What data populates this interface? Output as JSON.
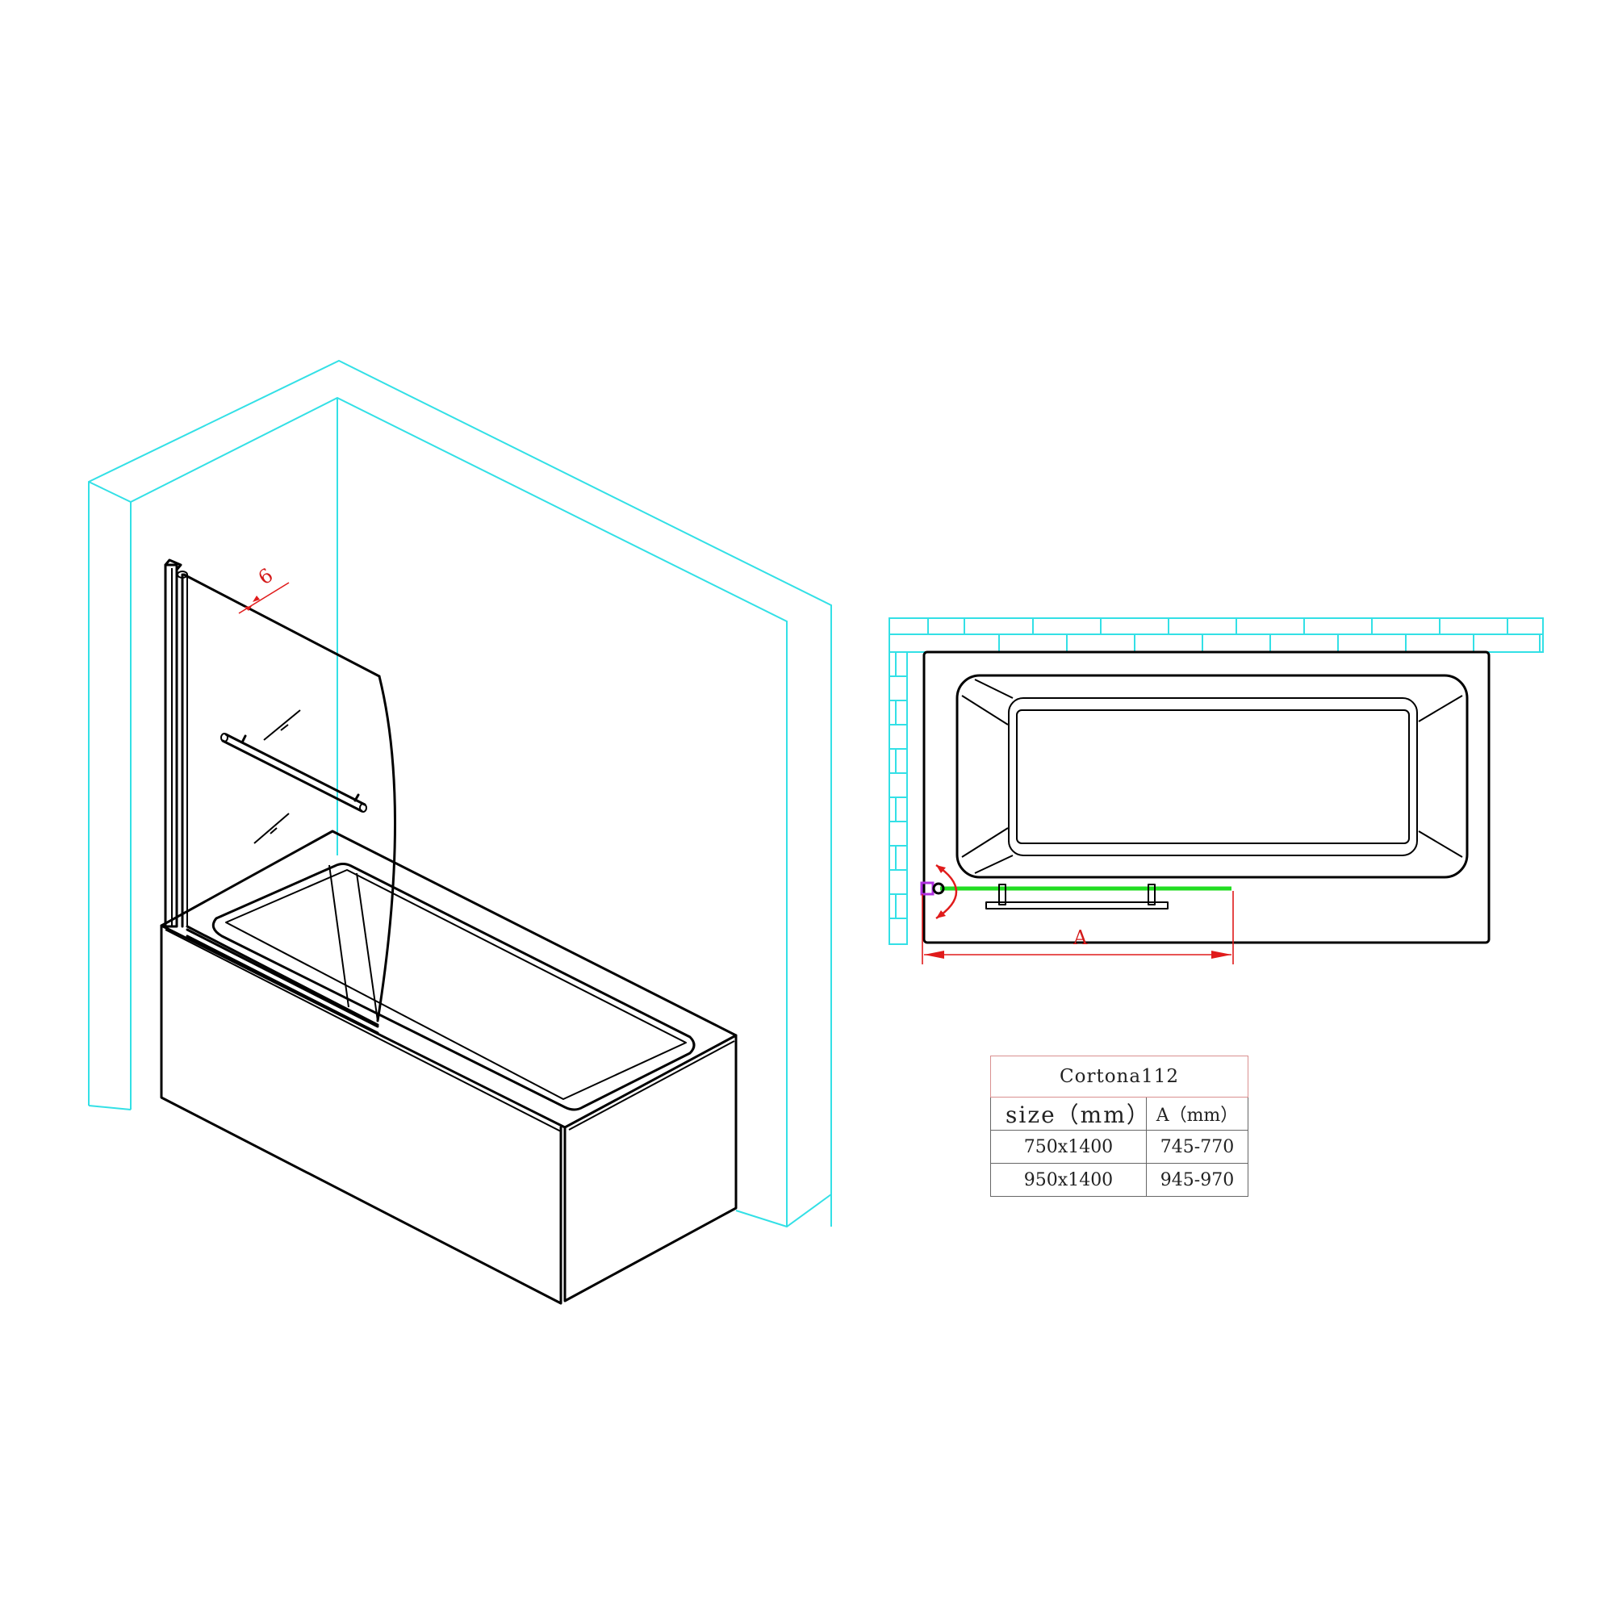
{
  "drawing": {
    "product_name": "Cortona112",
    "isometric_view": {
      "glass_thickness_label": "6",
      "colors": {
        "wall": "#33e0e6",
        "lines": "#000000",
        "dimension": "#e01b1b"
      }
    },
    "plan_view": {
      "dimension_label": "A",
      "colors": {
        "wall": "#33e0e6",
        "glass_panel": "#22dd22",
        "hinge": "#b030e0",
        "swing_arc": "#e01b1b"
      }
    }
  },
  "spec_table": {
    "title": "Cortona112",
    "headers": [
      "size（mm）",
      "A（mm）"
    ],
    "rows": [
      {
        "size": "750x1400",
        "a": "745-770"
      },
      {
        "size": "950x1400",
        "a": "945-970"
      }
    ]
  }
}
